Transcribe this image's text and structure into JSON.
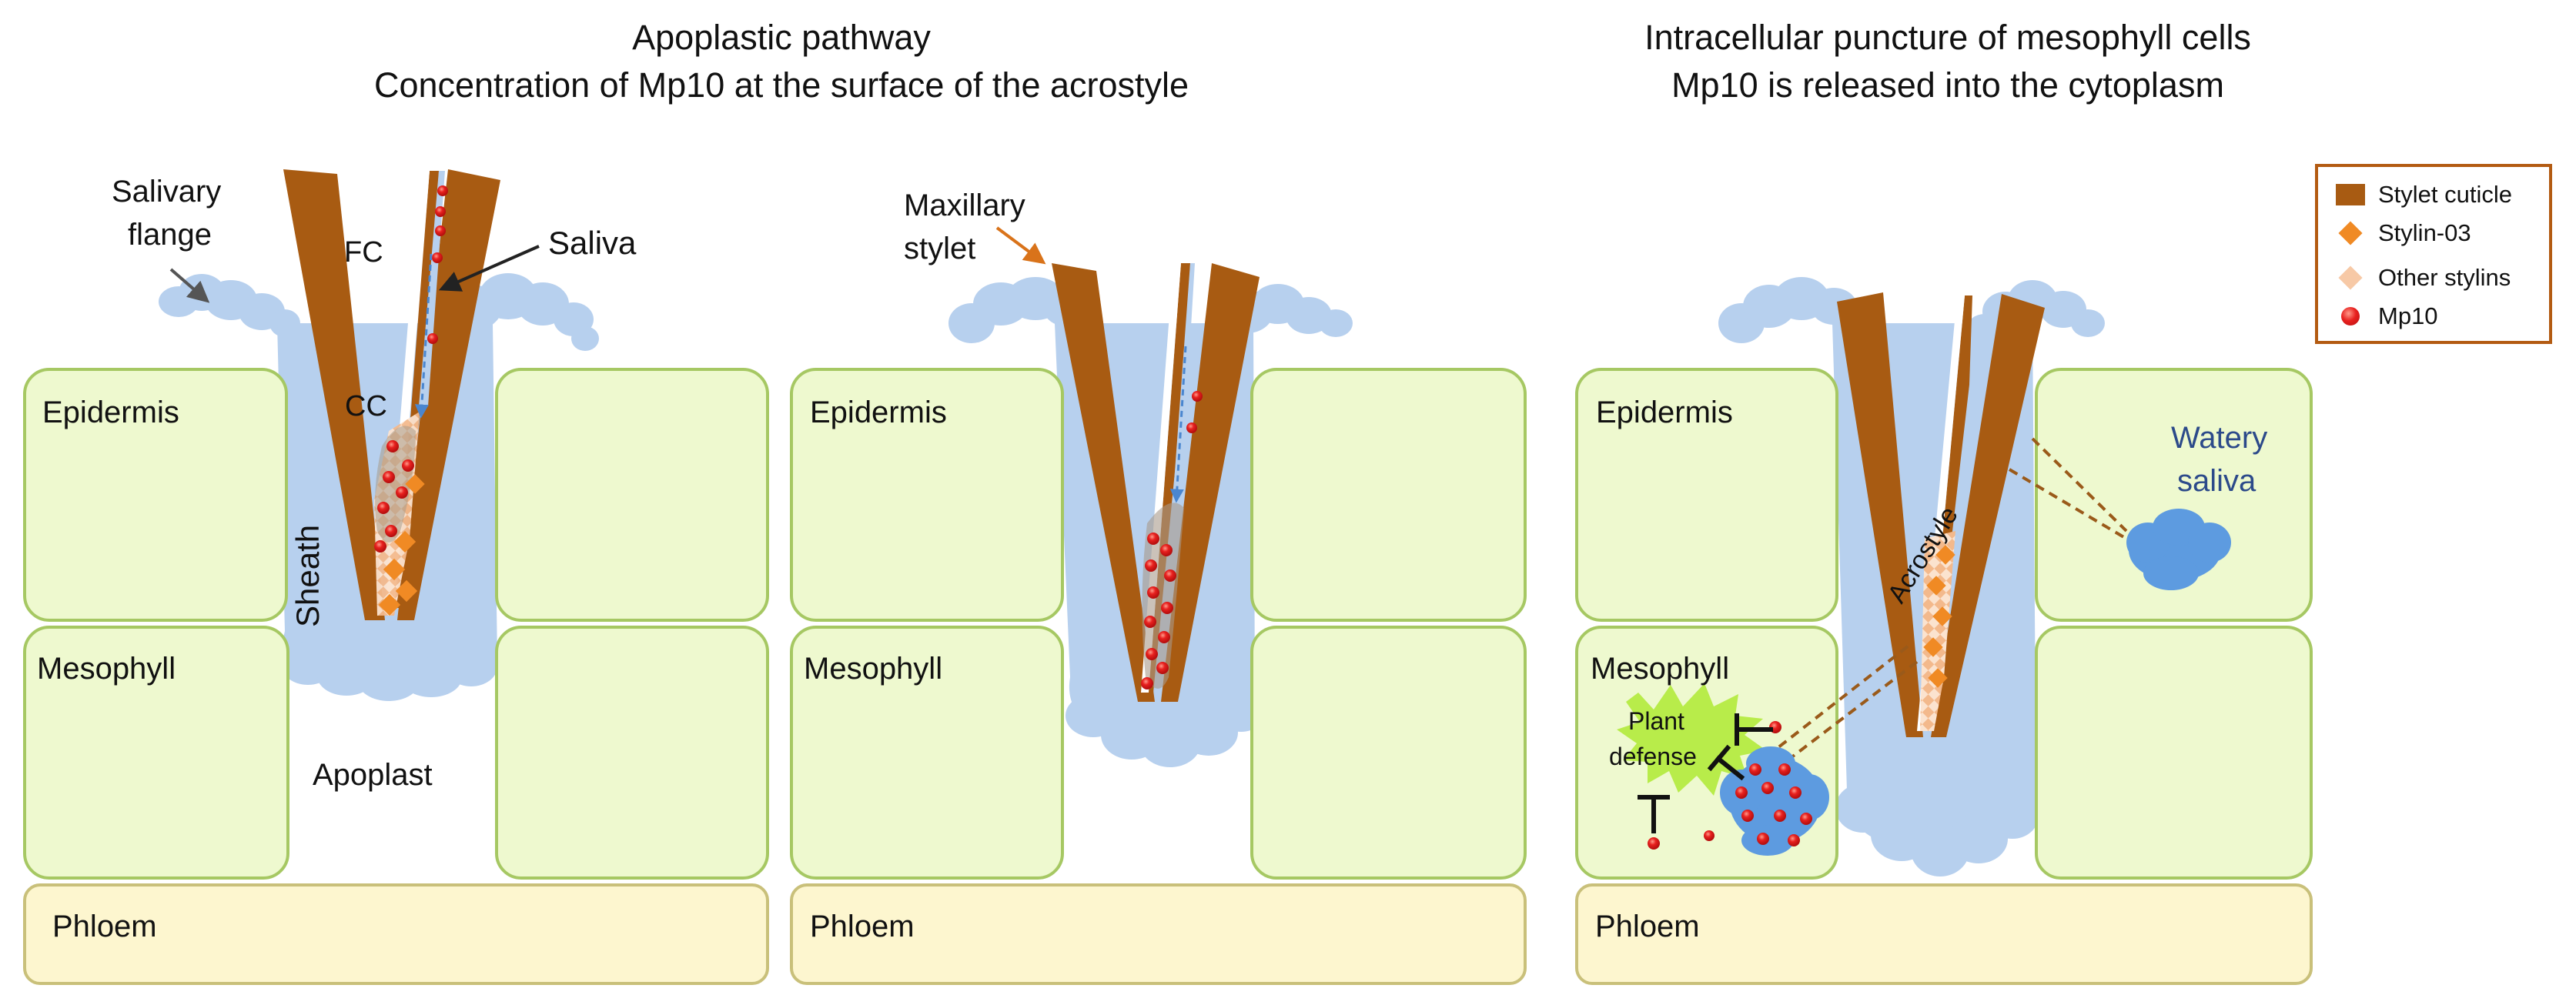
{
  "titles": {
    "left_line1": "Apoplastic pathway",
    "left_line2": "Concentration of Mp10 at the surface of the acrostyle",
    "right_line1": "Intracellular puncture of mesophyll cells",
    "right_line2": "Mp10 is released into the cytoplasm"
  },
  "panel1": {
    "salivary_flange_1": "Salivary",
    "salivary_flange_2": "flange",
    "fc": "FC",
    "saliva": "Saliva",
    "cc": "CC",
    "sheath": "Sheath",
    "epidermis": "Epidermis",
    "mesophyll": "Mesophyll",
    "apoplast": "Apoplast",
    "phloem": "Phloem"
  },
  "panel2": {
    "maxillary_1": "Maxillary",
    "maxillary_2": "stylet",
    "epidermis": "Epidermis",
    "mesophyll": "Mesophyll",
    "phloem": "Phloem"
  },
  "panel3": {
    "epidermis": "Epidermis",
    "mesophyll": "Mesophyll",
    "phloem": "Phloem",
    "acrostyle": "Acrostyle",
    "watery_1": "Watery",
    "watery_2": "saliva",
    "plant_1": "Plant",
    "plant_2": "defense"
  },
  "legend": {
    "items": [
      {
        "label": "Stylet cuticle",
        "icon": "brown-rect"
      },
      {
        "label": "Stylin-03",
        "icon": "orange-diamond"
      },
      {
        "label": "Other stylins",
        "icon": "peach-diamond"
      },
      {
        "label": "Mp10",
        "icon": "red-dot"
      }
    ]
  },
  "colors": {
    "cell_fill": "#eef9cf",
    "cell_border": "#a6c863",
    "phloem_fill": "#fdf6cf",
    "phloem_border": "#c9c07a",
    "saliva": "#b7d0ee",
    "watery_saliva": "#5d9be0",
    "stylet": "#a85b12",
    "stylin03": "#f08a24",
    "other_stylins": "#f7c9a6",
    "mp10": "#e8211f",
    "plant_defense": "#b8ec4a",
    "legend_border": "#b35b12"
  }
}
